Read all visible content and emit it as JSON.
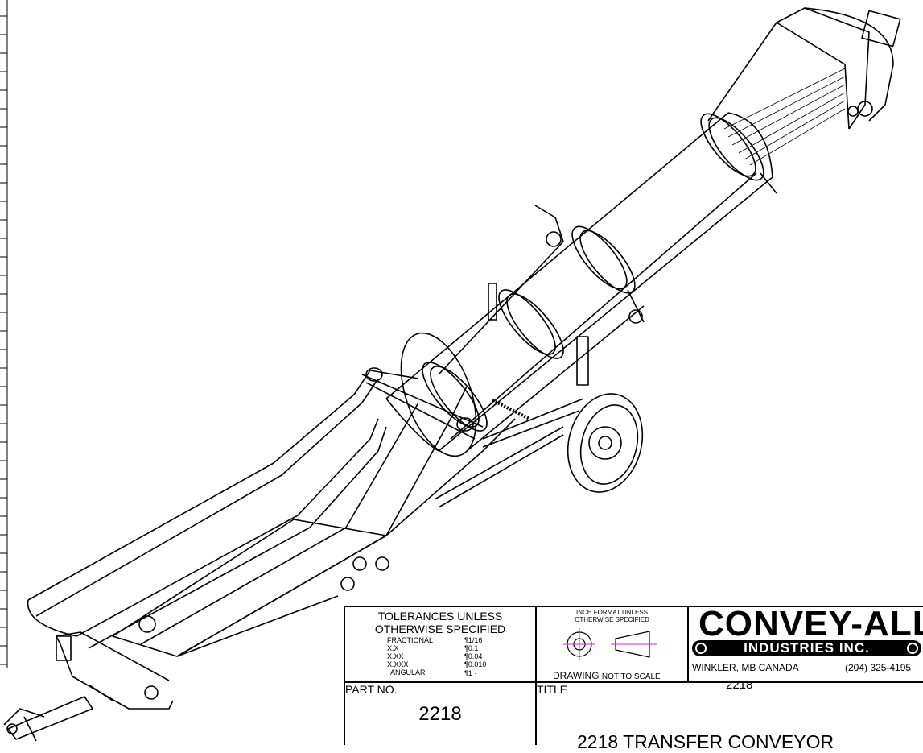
{
  "tolerances": {
    "title_line1": "TOLERANCES UNLESS",
    "title_line2": "OTHERWISE SPECIFIED",
    "rows": [
      {
        "label": "FRACTIONAL",
        "value": "¶1/16"
      },
      {
        "label": "X.X",
        "value": "¶0.1"
      },
      {
        "label": "X.XX",
        "value": "¶0.04"
      },
      {
        "label": "X.XXX",
        "value": "¶0.010"
      },
      {
        "label": "ANGULAR",
        "value": "¶1 ·"
      }
    ]
  },
  "format": {
    "line1": "INCH FORMAT UNLESS",
    "line2": "OTHERWISE SPECIFIED",
    "drawing_label": "DRAWING",
    "not_to_scale": "NOT TO SCALE"
  },
  "company": {
    "name": "CONVEY-ALL",
    "sub": "INDUSTRIES INC.",
    "address": "WINKLER, MB CANADA",
    "phone": "(204) 325-4195",
    "doc_number": "2218"
  },
  "part": {
    "label": "PART NO.",
    "number": "2218"
  },
  "title_block": {
    "label": "TITLE",
    "value": "2218 TRANSFER CONVEYOR"
  },
  "colors": {
    "line": "#000000",
    "symbol": "#e020e0"
  }
}
